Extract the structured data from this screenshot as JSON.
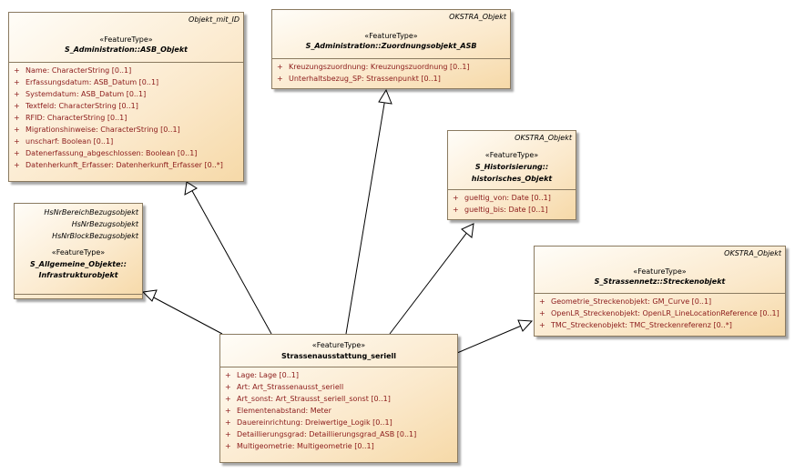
{
  "classes": {
    "asb_objekt": {
      "tag": "Objekt_mit_ID",
      "stereotype": "«FeatureType»",
      "name": "S_Administration::ASB_Objekt",
      "attributes": [
        "Name: CharacterString [0..1]",
        "Erfassungsdatum: ASB_Datum [0..1]",
        "Systemdatum: ASB_Datum [0..1]",
        "Textfeld: CharacterString [0..1]",
        "RFID: CharacterString [0..1]",
        "Migrationshinweise: CharacterString [0..1]",
        "unscharf: Boolean [0..1]",
        "Datenerfassung_abgeschlossen: Boolean [0..1]",
        "Datenherkunft_Erfasser: Datenherkunft_Erfasser [0..*]"
      ]
    },
    "zuordnungsobjekt": {
      "tag": "OKSTRA_Objekt",
      "stereotype": "«FeatureType»",
      "name": "S_Administration::Zuordnungsobjekt_ASB",
      "attributes": [
        "Kreuzungszuordnung: Kreuzungszuordnung [0..1]",
        "Unterhaltsbezug_SP: Strassenpunkt [0..1]"
      ]
    },
    "historisches": {
      "tag": "OKSTRA_Objekt",
      "stereotype": "«FeatureType»",
      "name_line1": "S_Historisierung::",
      "name_line2": "historisches_Objekt",
      "attributes": [
        "gueltig_von: Date [0..1]",
        "gueltig_bis: Date [0..1]"
      ]
    },
    "infrastruktur": {
      "tags": [
        "HsNrBereichBezugsobjekt",
        "HsNrBezugsobjekt",
        "HsNrBlockBezugsobjekt"
      ],
      "stereotype": "«FeatureType»",
      "name_line1": "S_Allgemeine_Objekte::",
      "name_line2": "Infrastrukturobjekt"
    },
    "streckenobjekt": {
      "tag": "OKSTRA_Objekt",
      "stereotype": "«FeatureType»",
      "name": "S_Strassennetz::Streckenobjekt",
      "attributes": [
        "Geometrie_Streckenobjekt: GM_Curve [0..1]",
        "OpenLR_Streckenobjekt: OpenLR_LineLocationReference [0..1]",
        "TMC_Streckenobjekt: TMC_Streckenreferenz [0..*]"
      ]
    },
    "strassenausstattung": {
      "stereotype": "«FeatureType»",
      "name": "Strassenausstattung_seriell",
      "attributes": [
        "Lage: Lage [0..1]",
        "Art: Art_Strassenausst_seriell",
        "Art_sonst: Art_Strausst_seriell_sonst [0..1]",
        "Elementenabstand: Meter",
        "Dauereinrichtung: Dreiwertige_Logik [0..1]",
        "Detaillierungsgrad: Detaillierungsgrad_ASB [0..1]",
        "Multigeometrie: Multigeometrie [0..1]"
      ]
    }
  },
  "attribute_marker": "+",
  "line_color": "#000000",
  "attribute_color": "#8b1a1a"
}
